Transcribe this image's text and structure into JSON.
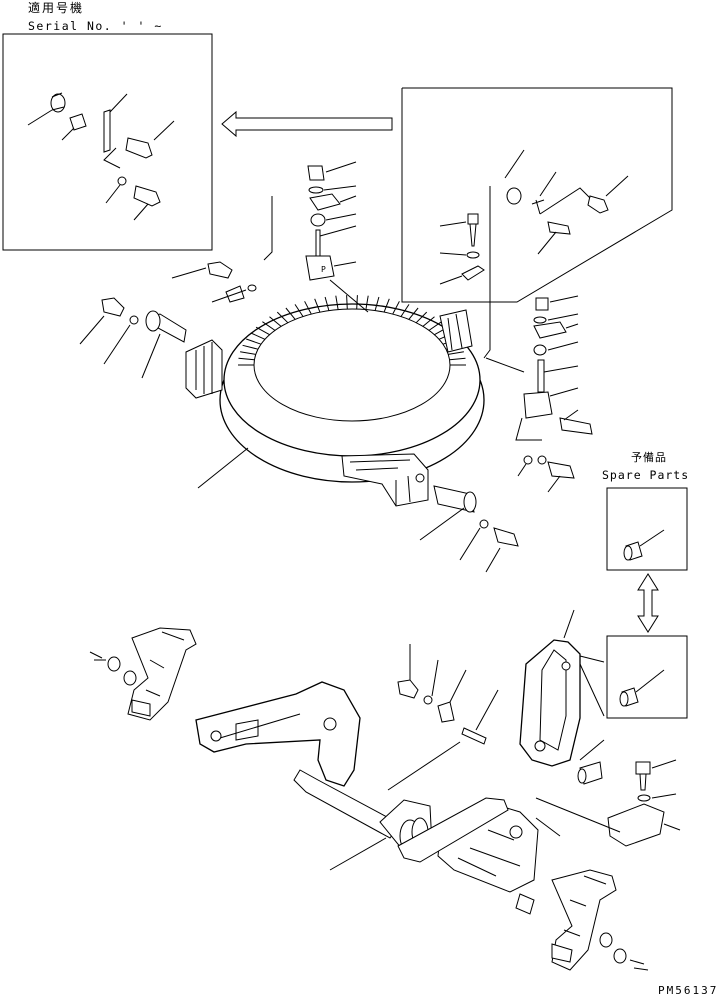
{
  "header": {
    "applicable_models": "適用号機",
    "serial_line": "Serial No. ' ' ~"
  },
  "spare_parts": {
    "label_jp": "予備品",
    "label_en": "Spare Parts"
  },
  "drawing_number": "PM56137",
  "ink_color": "#000000",
  "paper_color": "#ffffff"
}
